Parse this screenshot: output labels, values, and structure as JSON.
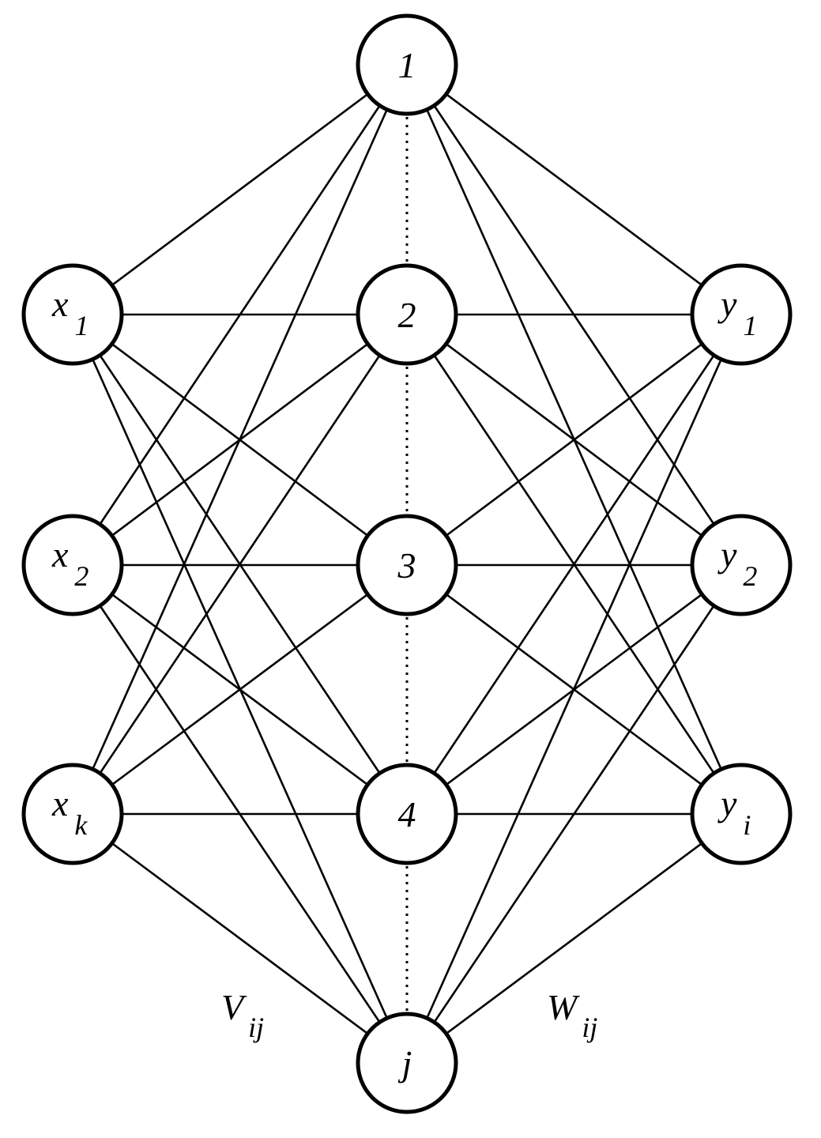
{
  "nodes": {
    "input": [
      {
        "id": "x1",
        "label": "x",
        "sub": "1"
      },
      {
        "id": "x2",
        "label": "x",
        "sub": "2"
      },
      {
        "id": "xk",
        "label": "x",
        "sub": "k"
      }
    ],
    "hidden": [
      {
        "id": "h1",
        "label": "1",
        "sub": ""
      },
      {
        "id": "h2",
        "label": "2",
        "sub": ""
      },
      {
        "id": "h3",
        "label": "3",
        "sub": ""
      },
      {
        "id": "h4",
        "label": "4",
        "sub": ""
      },
      {
        "id": "hj",
        "label": "j",
        "sub": ""
      }
    ],
    "output": [
      {
        "id": "y1",
        "label": "y",
        "sub": "1"
      },
      {
        "id": "y2",
        "label": "y",
        "sub": "2"
      },
      {
        "id": "yi",
        "label": "y",
        "sub": "i"
      }
    ]
  },
  "weights": {
    "input_hidden": {
      "label": "V",
      "sub": "ij"
    },
    "hidden_output": {
      "label": "W",
      "sub": "ij"
    }
  }
}
